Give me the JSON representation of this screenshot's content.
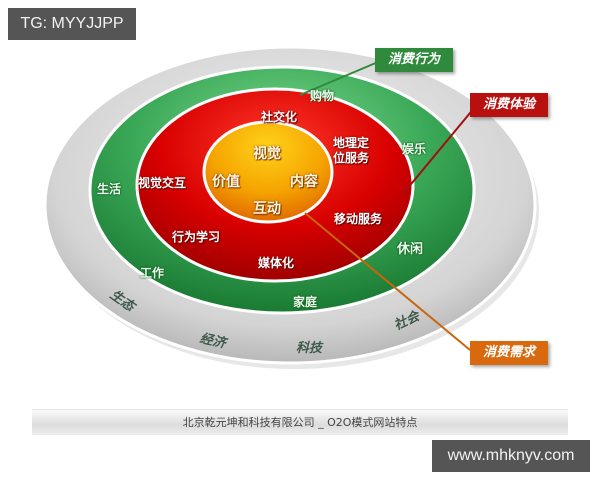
{
  "watermarks": {
    "top_left": "TG: MYYJJPP",
    "bottom_right": "www.mhknyv.com"
  },
  "diagram": {
    "title_caption": "北京乾元坤和科技有限公司 _ O2O模式网站特点",
    "colors": {
      "outer_ring": "#d6d6d6",
      "green_ring": "#2e9a4a",
      "red_ring": "#d40000",
      "core": "#f2a200",
      "callout_green": "#2f8a3c",
      "callout_red": "#b80f0f",
      "callout_orange": "#d8690f"
    },
    "callouts": {
      "behavior": "消费行为",
      "experience": "消费体验",
      "demand": "消费需求"
    },
    "core": {
      "items": [
        "视觉",
        "价值",
        "内容",
        "互动"
      ]
    },
    "red_ring": {
      "items": [
        "社交化",
        "地理定位服务",
        "视觉交互",
        "移动服务",
        "行为学习",
        "媒体化"
      ],
      "geo_line1": "地理定",
      "geo_line2": "位服务"
    },
    "green_ring": {
      "items": [
        "购物",
        "娱乐",
        "生活",
        "休闲",
        "工作",
        "家庭"
      ]
    },
    "gray_ring": {
      "items": [
        "生态",
        "经济",
        "科技",
        "社会"
      ]
    }
  }
}
